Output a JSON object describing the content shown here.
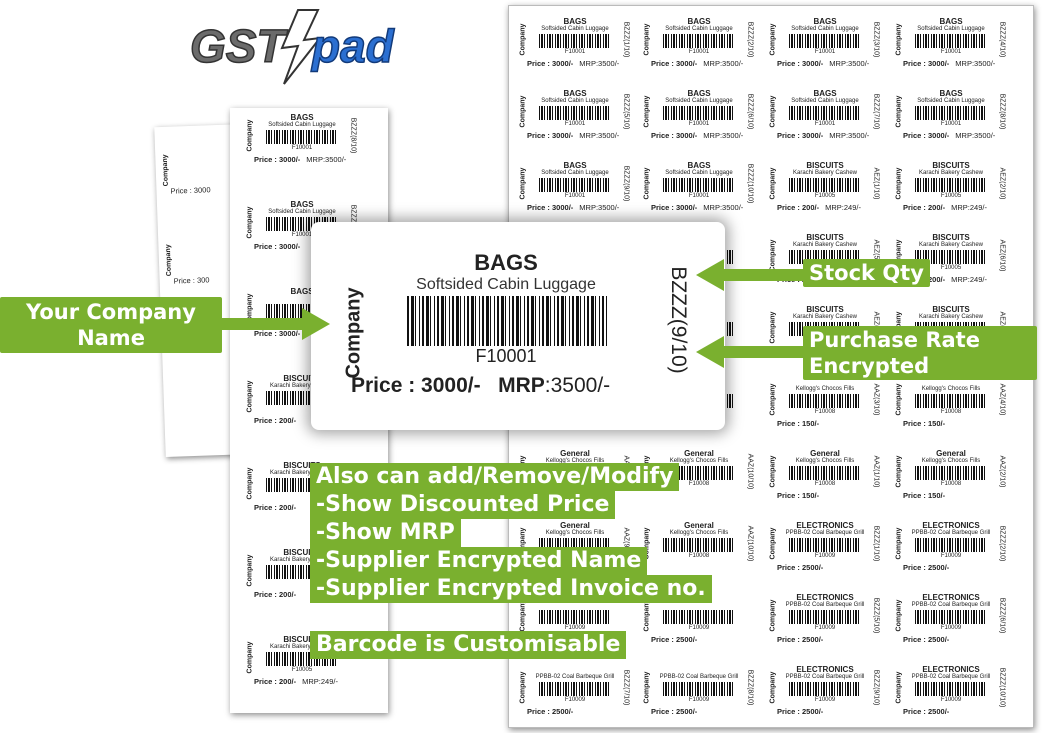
{
  "logo": {
    "text_left": "GST",
    "text_right": "pad"
  },
  "big_label": {
    "company": "Company",
    "category": "BAGS",
    "product": "Softsided Cabin Luggage",
    "code": "F10001",
    "side": "BZZZ(9/10)",
    "price_label": "Price : 3000/-",
    "mrp_label": "MRP",
    "mrp_value": ":3500/-"
  },
  "callouts": {
    "company": "Your Company Name",
    "stock": "Stock Qty",
    "purchase": "Purchase Rate Encrypted"
  },
  "notes": {
    "lines": [
      "Also can add/Remove/Modify",
      "-Show Discounted Price",
      "-Show MRP",
      "-Supplier Encrypted Name",
      "-Supplier Encrypted Invoice no."
    ],
    "footer": "Barcode is Customisable"
  },
  "sheet_labels": [
    {
      "category": "BAGS",
      "product": "Softsided Cabin Luggage",
      "code": "F10001",
      "side": "BZZZ(1/10)",
      "price": "Price : 3000/-",
      "mrp": "MRP:3500/-"
    },
    {
      "category": "BAGS",
      "product": "Softsided Cabin Luggage",
      "code": "F10001",
      "side": "BZZZ(2/10)",
      "price": "Price : 3000/-",
      "mrp": "MRP:3500/-"
    },
    {
      "category": "BAGS",
      "product": "Softsided Cabin Luggage",
      "code": "F10001",
      "side": "BZZZ(3/10)",
      "price": "Price : 3000/-",
      "mrp": "MRP:3500/-"
    },
    {
      "category": "BAGS",
      "product": "Softsided Cabin Luggage",
      "code": "F10001",
      "side": "BZZZ(4/10)",
      "price": "Price : 3000/-",
      "mrp": "MRP:3500/-"
    },
    {
      "category": "BAGS",
      "product": "Softsided Cabin Luggage",
      "code": "F10001",
      "side": "BZZZ(5/10)",
      "price": "Price : 3000/-",
      "mrp": "MRP:3500/-"
    },
    {
      "category": "BAGS",
      "product": "Softsided Cabin Luggage",
      "code": "F10001",
      "side": "BZZZ(6/10)",
      "price": "Price : 3000/-",
      "mrp": "MRP:3500/-"
    },
    {
      "category": "BAGS",
      "product": "Softsided Cabin Luggage",
      "code": "F10001",
      "side": "BZZZ(7/10)",
      "price": "Price : 3000/-",
      "mrp": "MRP:3500/-"
    },
    {
      "category": "BAGS",
      "product": "Softsided Cabin Luggage",
      "code": "F10001",
      "side": "BZZZ(8/10)",
      "price": "Price : 3000/-",
      "mrp": "MRP:3500/-"
    },
    {
      "category": "BAGS",
      "product": "Softsided Cabin Luggage",
      "code": "F10001",
      "side": "BZZZ(9/10)",
      "price": "Price : 3000/-",
      "mrp": "MRP:3500/-"
    },
    {
      "category": "BAGS",
      "product": "Softsided Cabin Luggage",
      "code": "F10001",
      "side": "BZZZ(10/10)",
      "price": "Price : 3000/-",
      "mrp": "MRP:3500/-"
    },
    {
      "category": "BISCUITS",
      "product": "Karachi Bakery Cashew",
      "code": "F10005",
      "side": "AEZ(1/10)",
      "price": "Price : 200/-",
      "mrp": "MRP:249/-"
    },
    {
      "category": "BISCUITS",
      "product": "Karachi Bakery Cashew",
      "code": "F10005",
      "side": "AEZ(2/10)",
      "price": "Price : 200/-",
      "mrp": "MRP:249/-"
    },
    {
      "category": "",
      "product": "",
      "code": "",
      "side": "",
      "price": "",
      "mrp": ""
    },
    {
      "category": "",
      "product": "",
      "code": "",
      "side": "",
      "price": "",
      "mrp": ""
    },
    {
      "category": "BISCUITS",
      "product": "Karachi Bakery Cashew",
      "code": "F10005",
      "side": "AEZ(5/10)",
      "price": "Price : 200/-",
      "mrp": "MRP:249/-"
    },
    {
      "category": "BISCUITS",
      "product": "Karachi Bakery Cashew",
      "code": "F10005",
      "side": "AEZ(6/10)",
      "price": "Price : 200/-",
      "mrp": "MRP:249/-"
    },
    {
      "category": "",
      "product": "",
      "code": "",
      "side": "",
      "price": "",
      "mrp": ""
    },
    {
      "category": "",
      "product": "",
      "code": "",
      "side": "",
      "price": "",
      "mrp": ""
    },
    {
      "category": "BISCUITS",
      "product": "Karachi Bakery Cashew",
      "code": "F10005",
      "side": "AEZ(8/10)",
      "price": "Price : 200/-",
      "mrp": "MRP:249/-"
    },
    {
      "category": "BISCUITS",
      "product": "Karachi Bakery Cashew",
      "code": "F10005",
      "side": "AEZ(9/10)",
      "price": "Price : 200/-",
      "mrp": "MRP:249/-"
    },
    {
      "category": "",
      "product": "",
      "code": "",
      "side": "",
      "price": "",
      "mrp": ""
    },
    {
      "category": "",
      "product": "",
      "code": "",
      "side": "",
      "price": "",
      "mrp": ""
    },
    {
      "category": "",
      "product": "Kellogg's Chocos Fills",
      "code": "F10008",
      "side": "AAZ(3/10)",
      "price": "Price : 150/-",
      "mrp": ""
    },
    {
      "category": "",
      "product": "Kellogg's Chocos Fills",
      "code": "F10008",
      "side": "AAZ(4/10)",
      "price": "Price : 150/-",
      "mrp": ""
    },
    {
      "category": "General",
      "product": "Kellogg's Chocos Fills",
      "code": "F10008",
      "side": "AAZ(9/10)",
      "price": "",
      "mrp": ""
    },
    {
      "category": "General",
      "product": "Kellogg's Chocos Fills",
      "code": "F10008",
      "side": "AAZ(10/10)",
      "price": "",
      "mrp": ""
    },
    {
      "category": "General",
      "product": "Kellogg's Chocos Fills",
      "code": "F10008",
      "side": "AAZ(1/10)",
      "price": "Price : 150/-",
      "mrp": ""
    },
    {
      "category": "General",
      "product": "Kellogg's Chocos Fills",
      "code": "F10008",
      "side": "AAZ(2/10)",
      "price": "Price : 150/-",
      "mrp": ""
    },
    {
      "category": "General",
      "product": "Kellogg's Chocos Fills",
      "code": "F10008",
      "side": "AAZ(9/10)",
      "price": "",
      "mrp": ""
    },
    {
      "category": "General",
      "product": "Kellogg's Chocos Fills",
      "code": "F10008",
      "side": "AAZ(10/10)",
      "price": "",
      "mrp": ""
    },
    {
      "category": "ELECTRONICS",
      "product": "PPBB-02 Coal Barbeque Grill",
      "code": "F10009",
      "side": "BZZZ(1/10)",
      "price": "Price : 2500/-",
      "mrp": ""
    },
    {
      "category": "ELECTRONICS",
      "product": "PPBB-02 Coal Barbeque Grill",
      "code": "F10009",
      "side": "BZZZ(2/10)",
      "price": "Price : 2500/-",
      "mrp": ""
    },
    {
      "category": "",
      "product": "",
      "code": "F10009",
      "side": "",
      "price": "Price : 2500/-",
      "mrp": ""
    },
    {
      "category": "",
      "product": "",
      "code": "F10009",
      "side": "",
      "price": "Price : 2500/-",
      "mrp": ""
    },
    {
      "category": "ELECTRONICS",
      "product": "PPBB-02 Coal Barbeque Grill",
      "code": "F10009",
      "side": "BZZZ(5/10)",
      "price": "Price : 2500/-",
      "mrp": ""
    },
    {
      "category": "ELECTRONICS",
      "product": "PPBB-02 Coal Barbeque Grill",
      "code": "F10009",
      "side": "BZZZ(6/10)",
      "price": "Price : 2500/-",
      "mrp": ""
    },
    {
      "category": "",
      "product": "PPBB-02 Coal Barbeque Grill",
      "code": "F10009",
      "side": "BZZZ(7/10)",
      "price": "Price : 2500/-",
      "mrp": ""
    },
    {
      "category": "",
      "product": "PPBB-02 Coal Barbeque Grill",
      "code": "F10009",
      "side": "BZZZ(8/10)",
      "price": "Price : 2500/-",
      "mrp": ""
    },
    {
      "category": "ELECTRONICS",
      "product": "PPBB-02 Coal Barbeque Grill",
      "code": "F10009",
      "side": "BZZZ(9/10)",
      "price": "Price : 2500/-",
      "mrp": ""
    },
    {
      "category": "ELECTRONICS",
      "product": "PPBB-02 Coal Barbeque Grill",
      "code": "F10009",
      "side": "BZZZ(10/10)",
      "price": "Price : 2500/-",
      "mrp": ""
    }
  ],
  "left_sheet_labels": [
    {
      "category": "BAGS",
      "product": "Softsided Cabin Luggage",
      "code": "F10001",
      "side": "BZZZ(8/10)",
      "price": "Price : 3000/-",
      "mrp": "MRP:3500/-"
    },
    {
      "category": "BAGS",
      "product": "Softsided Cabin Luggage",
      "code": "F10001",
      "side": "BZZZ(9/10)",
      "price": "Price : 3000/-",
      "mrp": ""
    },
    {
      "category": "BAGS",
      "product": "",
      "code": "",
      "side": "",
      "price": "Price : 3000/-",
      "mrp": ""
    },
    {
      "category": "BISCUITS",
      "product": "Karachi Bakery Cashew",
      "code": "",
      "side": "",
      "price": "Price : 200/-",
      "mrp": ""
    },
    {
      "category": "BISCUITS",
      "product": "Karachi Bakery Cashew",
      "code": "",
      "side": "",
      "price": "Price : 200/-",
      "mrp": ""
    },
    {
      "category": "BISCUITS",
      "product": "Karachi Bakery Cashew",
      "code": "",
      "side": "",
      "price": "Price : 200/-",
      "mrp": ""
    },
    {
      "category": "BISCUITS",
      "product": "Karachi Bakery Cashew",
      "code": "F10005",
      "side": "",
      "price": "Price : 200/-",
      "mrp": "MRP:249/-"
    }
  ],
  "back_sheet_labels": [
    {
      "price": "Price : 3000"
    },
    {
      "price": "Price : 300"
    }
  ],
  "colors": {
    "accent_green": "#7ab02f",
    "logo_blue": "#2b6fd1",
    "logo_grey": "#6b6b6b"
  }
}
